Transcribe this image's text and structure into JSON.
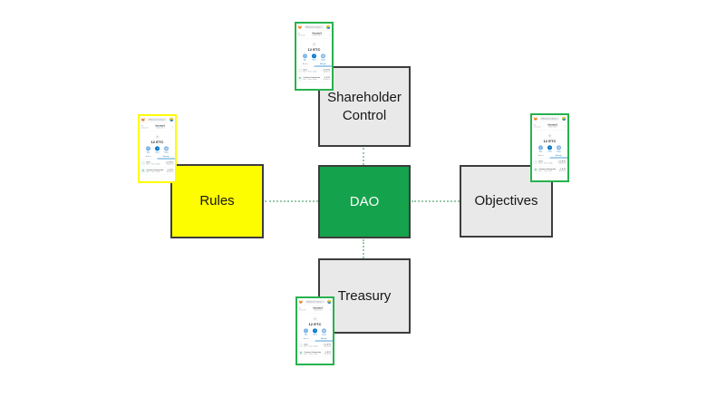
{
  "diagram": {
    "nodes": {
      "center": {
        "label": "DAO"
      },
      "top": {
        "label": "Shareholder Control"
      },
      "left": {
        "label": "Rules"
      },
      "right": {
        "label": "Objectives"
      },
      "bottom": {
        "label": "Treasury"
      }
    }
  },
  "wallet": {
    "network_pill": "Ethereum Classic",
    "network_caret": "▾",
    "connection_status": "Not connected",
    "account_name": "Account 1",
    "account_address": "0x0d2...f31C",
    "menu_glyph": "⋮",
    "coin_glyph": "◆",
    "balance": "12 ETC",
    "actions": [
      {
        "label": "Buy",
        "glyph": "+"
      },
      {
        "label": "Send",
        "glyph": "↗"
      },
      {
        "label": "Swap",
        "glyph": "⇄"
      }
    ],
    "tabs": [
      {
        "label": "Assets"
      },
      {
        "label": "Activity"
      }
    ],
    "transactions": [
      {
        "icon_glyph": "↗",
        "title": "Sent",
        "subtitle": "Mar 4 · From: 0x0d2",
        "amount": "-1.5 ETC",
        "fiat": "-$2,400.00"
      },
      {
        "icon_glyph": "⇄",
        "title": "Contract Interaction",
        "subtitle": "Mar 2 · From: 0x0d2",
        "amount": "-1 ETC",
        "fiat": "-$1,600.00"
      }
    ]
  },
  "colors": {
    "canvas_bg": "#ffffff",
    "dao_green": "#15a24c",
    "wallet_green_border": "#27b24e",
    "rules_yellow": "#fdfd00",
    "box_gray": "#e9e9e9",
    "box_border": "#3d3d3d",
    "connector_green": "#97cbaa",
    "metamask_blue": "#0376c9",
    "metamask_orange": "#f6851b"
  }
}
